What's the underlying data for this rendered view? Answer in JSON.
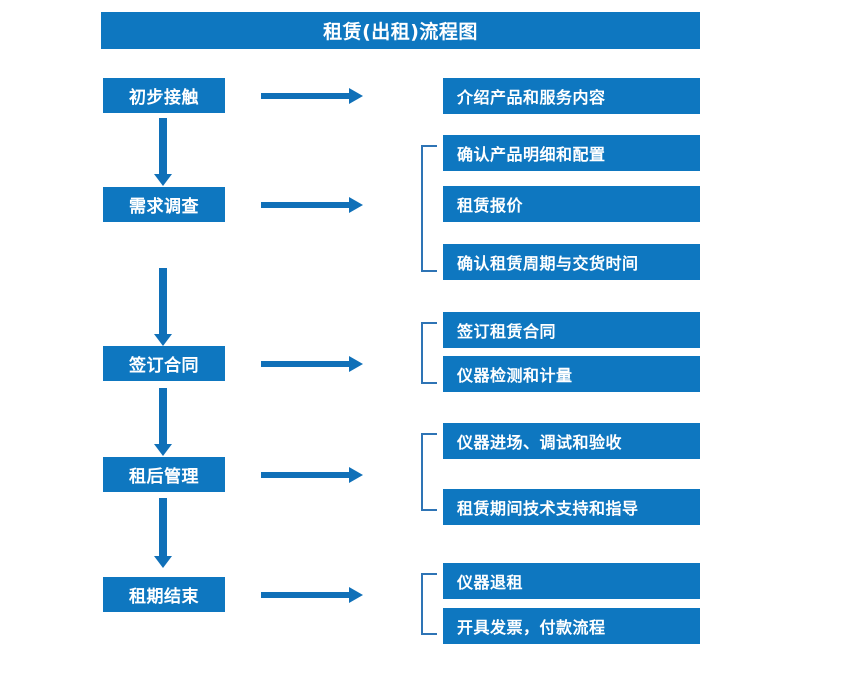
{
  "title": "租赁(出租)流程图",
  "colors": {
    "box_fill": "#0E77C0",
    "box_text": "#FFFFFF",
    "arrow": "#1070B8",
    "bracket": "#2E74B5",
    "background": "#FFFFFF"
  },
  "stages": [
    {
      "label": "初步接触"
    },
    {
      "label": "需求调查"
    },
    {
      "label": "签订合同"
    },
    {
      "label": "租后管理"
    },
    {
      "label": "租期结束"
    }
  ],
  "details": {
    "group1": [
      "介绍产品和服务内容"
    ],
    "group2": [
      "确认产品明细和配置",
      "租赁报价",
      "确认租赁周期与交货时间"
    ],
    "group3": [
      "签订租赁合同",
      "仪器检测和计量"
    ],
    "group4": [
      "仪器进场、调试和验收",
      "租赁期间技术支持和指导"
    ],
    "group5": [
      "仪器退租",
      "开具发票，付款流程"
    ]
  },
  "icons": {
    "right_arrow": "right-arrow-icon",
    "down_arrow": "down-arrow-icon",
    "bracket": "group-bracket-icon"
  }
}
